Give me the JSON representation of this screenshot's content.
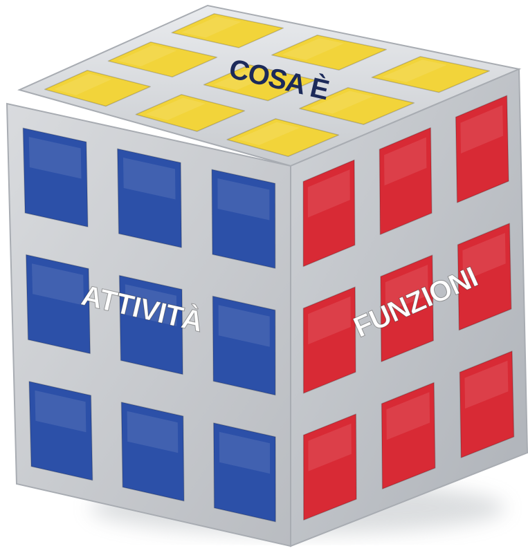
{
  "image": {
    "subject": "rubiks-cube",
    "labels": {
      "top": "COSA È",
      "left": "ATTIVITÀ",
      "right": "FUNZIONI"
    }
  },
  "colors": {
    "top_face": "#f2d43a",
    "left_face": "#2c50a8",
    "right_face": "#d82a35",
    "frame": "#d4d6d9",
    "top_label": "#1c2a5a",
    "side_label": "#ffffff"
  }
}
